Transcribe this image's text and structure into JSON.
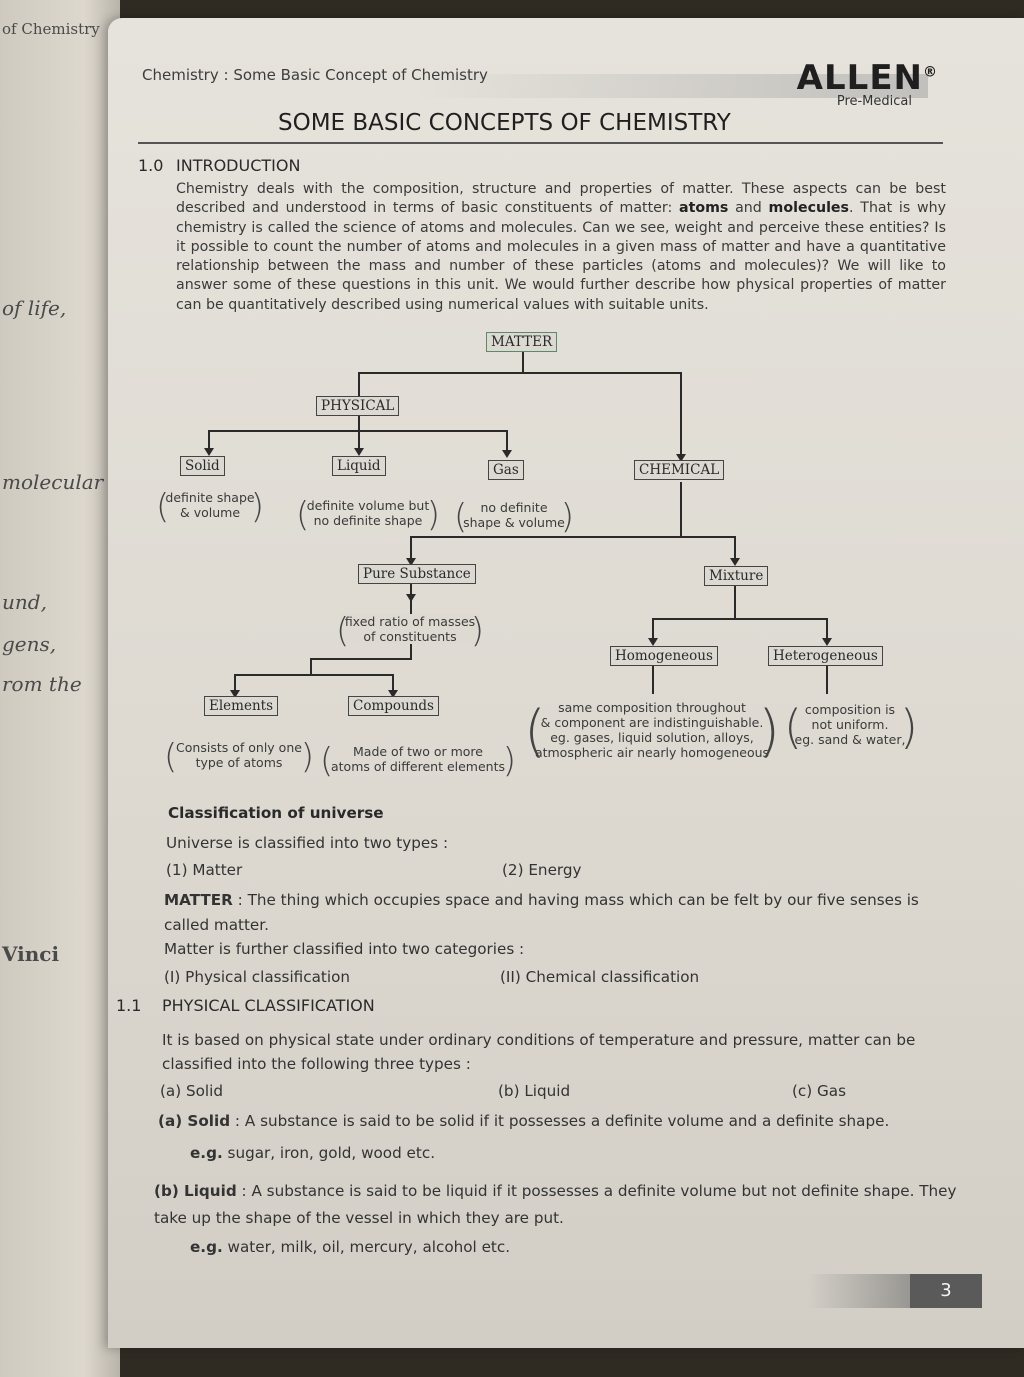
{
  "back_page": {
    "fragments": [
      "of Chemistry",
      "of life,",
      "molecular",
      "und,",
      "gens,",
      "rom the",
      "Vinci"
    ]
  },
  "header": {
    "breadcrumb": "Chemistry : Some Basic Concept of Chemistry",
    "logo": "ALLEN",
    "logo_mark": "®",
    "tagline": "Pre-Medical",
    "title": "SOME BASIC CONCEPTS OF CHEMISTRY"
  },
  "intro": {
    "number": "1.0",
    "heading": "INTRODUCTION",
    "text_1": "Chemistry deals with the composition, structure and properties of matter. These aspects can be best described and understood in terms of basic constituents of matter: ",
    "bold_1": "atoms",
    "text_2": " and ",
    "bold_2": "molecules",
    "text_3": ". That is why chemistry is called the science of atoms and molecules. Can we see, weight and perceive these entities? Is it possible to count the number of atoms and molecules in a given mass of matter and have a quantitative relationship between the mass and number of these particles (atoms and molecules)? We will like to answer some of these questions in this unit. We would further describe how physical properties of matter can be quantitatively described using numerical values with suitable units."
  },
  "diagram": {
    "matter": "MATTER",
    "physical": "PHYSICAL",
    "solid": "Solid",
    "liquid": "Liquid",
    "gas": "Gas",
    "chemical": "CHEMICAL",
    "solid_note": [
      "definite shape",
      "& volume"
    ],
    "liquid_note": [
      "definite volume but",
      "no definite shape"
    ],
    "gas_note": [
      "no definite",
      "shape & volume"
    ],
    "pure_substance": "Pure Substance",
    "mixture": "Mixture",
    "pure_note": [
      "fixed ratio of masses",
      "of constituents"
    ],
    "homogeneous": "Homogeneous",
    "heterogeneous": "Heterogeneous",
    "elements": "Elements",
    "compounds": "Compounds",
    "elements_note": [
      "Consists of only one",
      "type of atoms"
    ],
    "compounds_note": [
      "Made of two or more",
      "atoms of different elements"
    ],
    "homo_note": [
      "same composition throughout",
      "& component are indistinguishable.",
      "eg. gases, liquid solution, alloys,",
      "atmospheric air nearly homogeneous"
    ],
    "hetero_note": [
      "composition is",
      "not uniform.",
      "eg. sand & water,"
    ]
  },
  "classification": {
    "heading": "Classification of universe",
    "line": "Universe is classified into two types :",
    "item1": "(1)  Matter",
    "item2": "(2)  Energy",
    "matter_label": "MATTER",
    "matter_def": " : The thing which occupies space and having mass which can be felt by our five senses is called matter.",
    "categories_line": "Matter is further classified into two categories :",
    "cat1": "(I)  Physical classification",
    "cat2": "(II)  Chemical classification"
  },
  "physical": {
    "number": "1.1",
    "heading": "PHYSICAL CLASSIFICATION",
    "intro": "It is based on physical state under ordinary conditions of temperature and pressure, matter can be classified into the following three types :",
    "type_a": "(a) Solid",
    "type_b": "(b) Liquid",
    "type_c": "(c) Gas",
    "solid_label": "(a)  Solid",
    "solid_def": " : A substance is said to be solid if it possesses a definite volume and a definite shape.",
    "solid_eg_label": "e.g.",
    "solid_eg": " sugar, iron, gold, wood etc.",
    "liquid_label": "(b)  Liquid",
    "liquid_def": " : A substance is said to be liquid if it possesses a definite volume but not definite shape. They take up the shape of the vessel in which they are put.",
    "liquid_eg_label": "e.g.",
    "liquid_eg": " water, milk, oil, mercury, alcohol etc."
  },
  "footer": {
    "page_number": "3"
  }
}
